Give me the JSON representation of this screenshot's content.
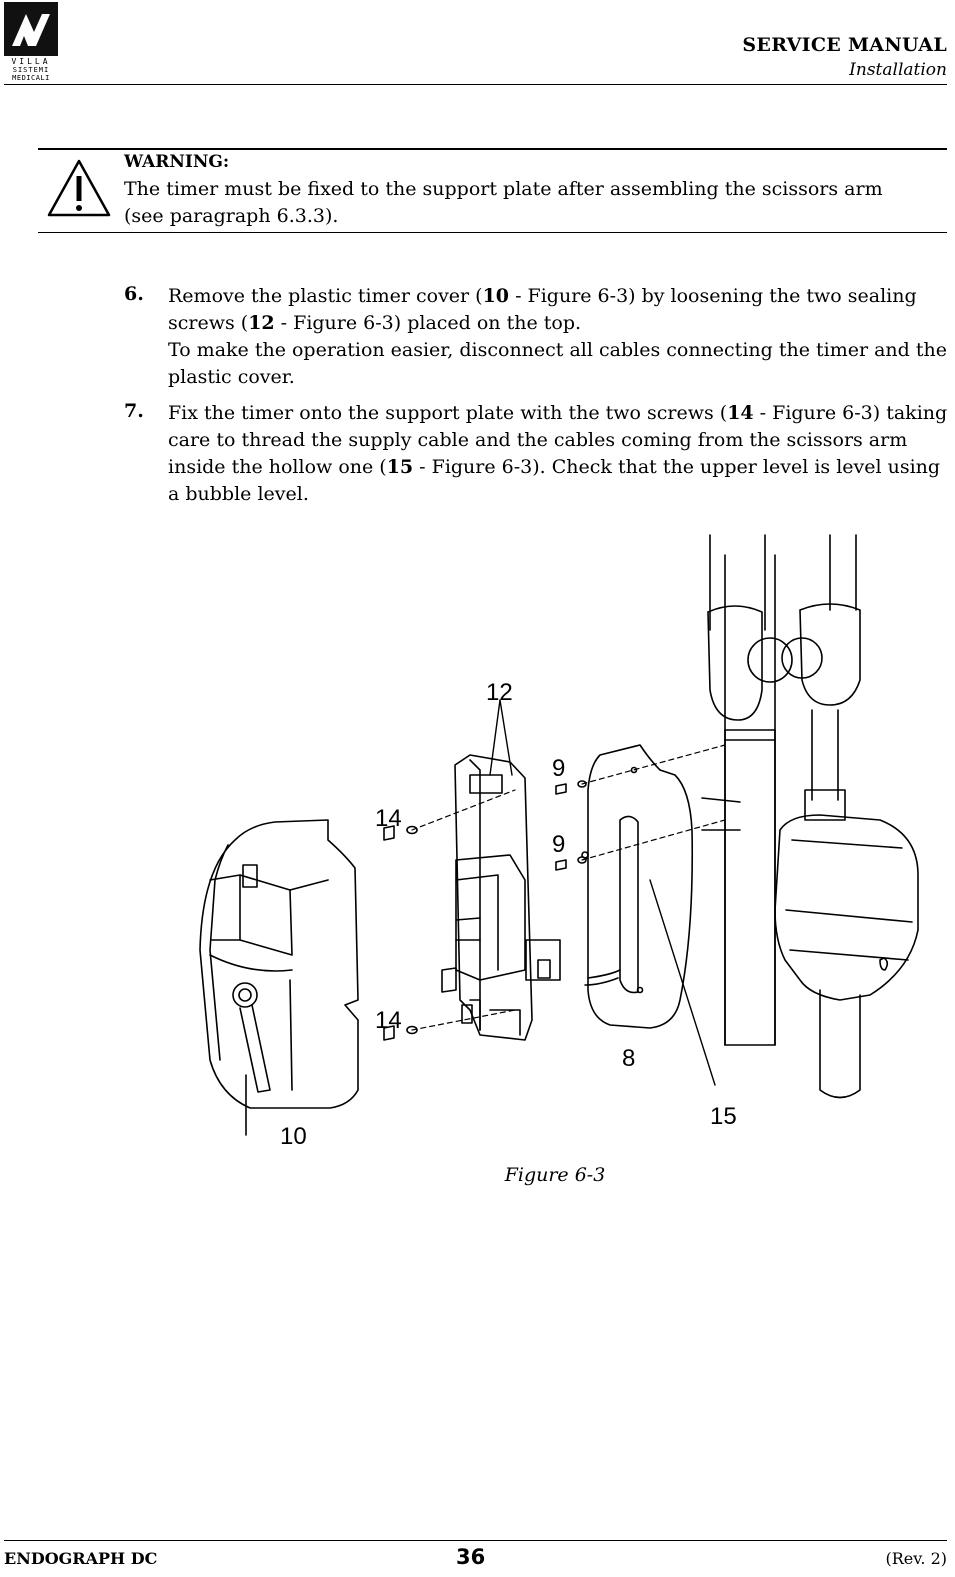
{
  "header": {
    "logo_word_1": "VILLA",
    "logo_word_2": "SISTEMI",
    "logo_word_3": "MEDICALI",
    "title": "SERVICE MANUAL",
    "subtitle": "Installation"
  },
  "warning": {
    "icon": "warning-triangle-icon",
    "title": "WARNING:",
    "text": "The timer must be fixed to the support plate after assembling the scissors arm (see paragraph 6.3.3)."
  },
  "steps": [
    {
      "number": "6.",
      "parts": [
        "Remove the plastic timer cover (",
        "10",
        " - Figure 6-3) by loosening the two sealing screws (",
        "12",
        " - Figure 6-3) placed on the top."
      ],
      "extra": "To make the operation easier, disconnect all cables connecting the timer and the plastic cover."
    },
    {
      "number": "7.",
      "parts": [
        "Fix the timer onto the support plate with the two screws (",
        "14",
        " - Figure 6-3) taking care to thread the supply cable and the cables coming from the scissors arm inside the hollow one (",
        "15",
        " - Figure 6-3). Check that the upper level is level using a bubble level."
      ]
    }
  ],
  "figure": {
    "callouts": [
      "12",
      "9",
      "14",
      "9",
      "14",
      "8",
      "15",
      "10"
    ],
    "caption": "Figure 6-3"
  },
  "footer": {
    "left": "ENDOGRAPH DC",
    "page": "36",
    "rev": "(Rev. 2)"
  }
}
